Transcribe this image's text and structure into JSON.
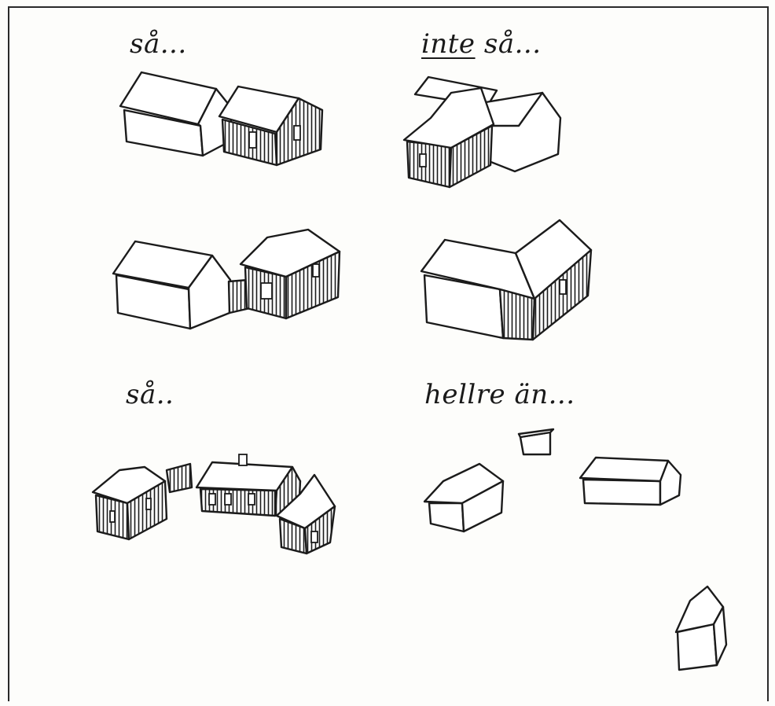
{
  "captions": {
    "top_left": "så...",
    "top_right_underlined": "inte",
    "top_right_rest": " så...",
    "bottom_left": "så..",
    "bottom_right": "hellre än..."
  }
}
